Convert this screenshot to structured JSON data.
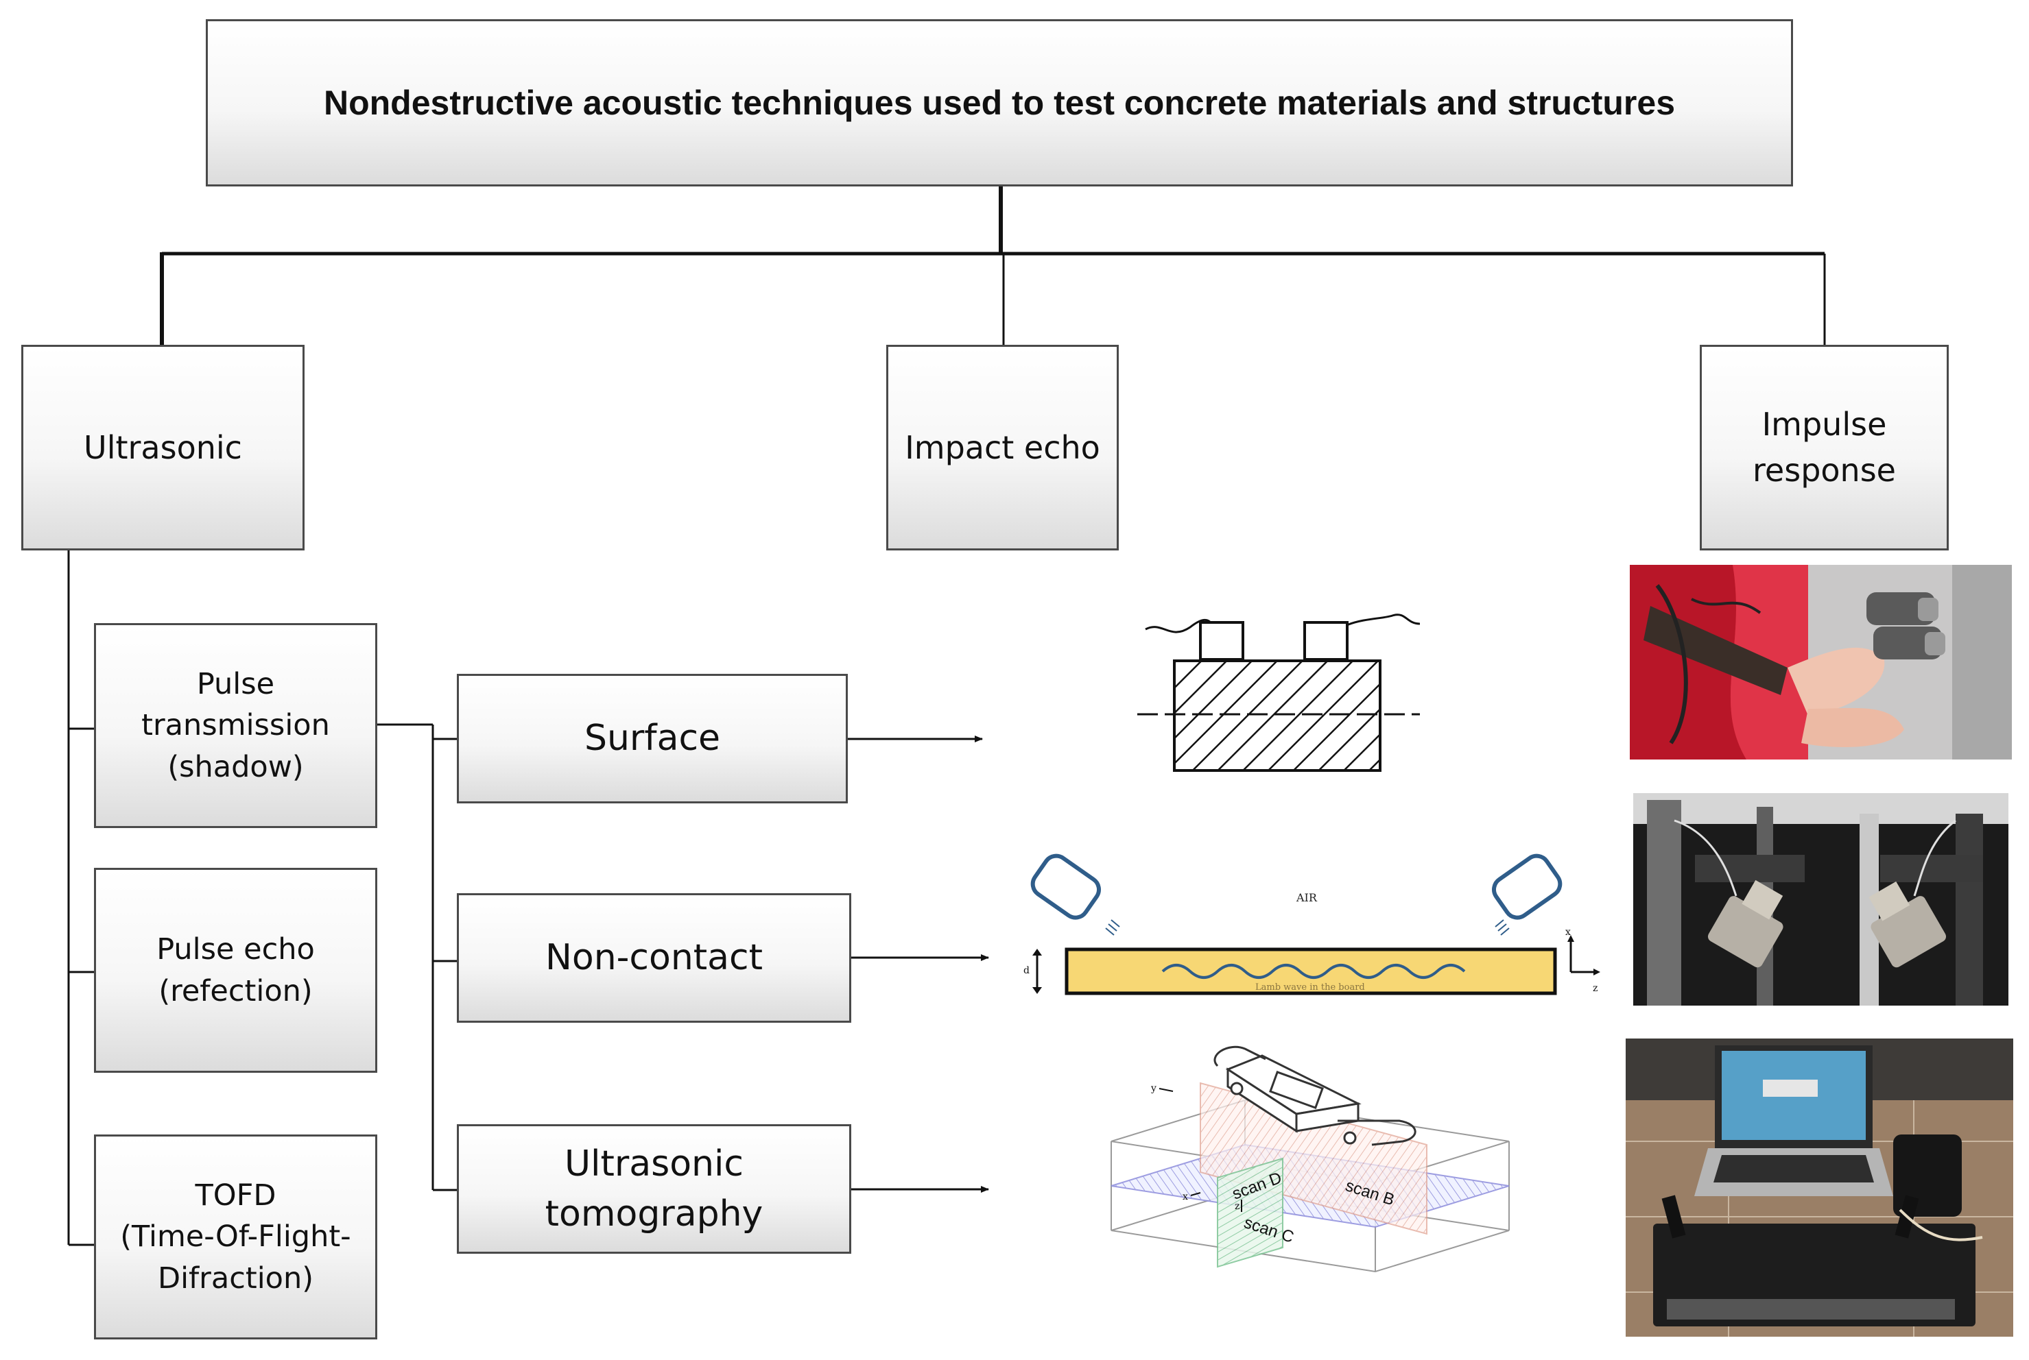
{
  "title": "Nondestructive acoustic techniques used to test concrete materials and structures",
  "categories": {
    "ultrasonic": "Ultrasonic",
    "impact_echo": "Impact echo",
    "impulse_response": "Impulse\nresponse"
  },
  "ultrasonic_methods": {
    "pulse_transmission": "Pulse\ntransmission\n(shadow)",
    "pulse_echo": "Pulse echo\n(refection)",
    "tofd": "TOFD\n(Time-Of-Flight-\nDifraction)"
  },
  "testing_modes": {
    "surface": "Surface",
    "non_contact": "Non-contact",
    "tomography": "Ultrasonic\ntomography"
  },
  "illustrations": {
    "non_contact": {
      "air_label": "AIR",
      "wave_caption": "Lamb wave in the board",
      "axis_x": "x",
      "axis_z": "z",
      "thickness_label": "d"
    },
    "tomography": {
      "scan_d": "scan D",
      "scan_b": "scan B",
      "scan_c": "scan C",
      "axis_x": "x",
      "axis_y": "y",
      "axis_z": "z"
    }
  },
  "colors": {
    "box_border": "#4a4a4a",
    "line": "#111111",
    "board_fill": "#f7d774",
    "transducer": "#2f5d8a"
  }
}
